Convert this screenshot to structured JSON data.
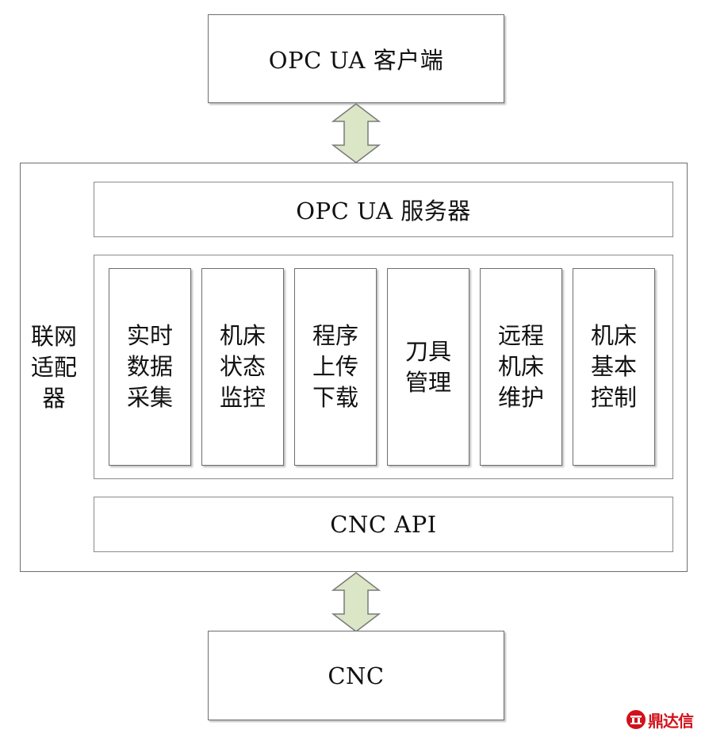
{
  "client": {
    "label": "OPC UA 客户端"
  },
  "adapter": {
    "label": "联网适配器",
    "server_label": "OPC UA 服务器",
    "api_label": "CNC API",
    "modules": [
      "实时数据采集",
      "机床状态监控",
      "程序上传下载",
      "刀具管理",
      "远程机床维护",
      "机床基本控制"
    ]
  },
  "cnc": {
    "label": "CNC"
  },
  "watermark": {
    "text": "鼎达信",
    "icon": "logo-icon"
  },
  "colors": {
    "arrow_fill": "#dbe6c6",
    "arrow_stroke": "#7a7a7a",
    "watermark": "#d1121a"
  }
}
